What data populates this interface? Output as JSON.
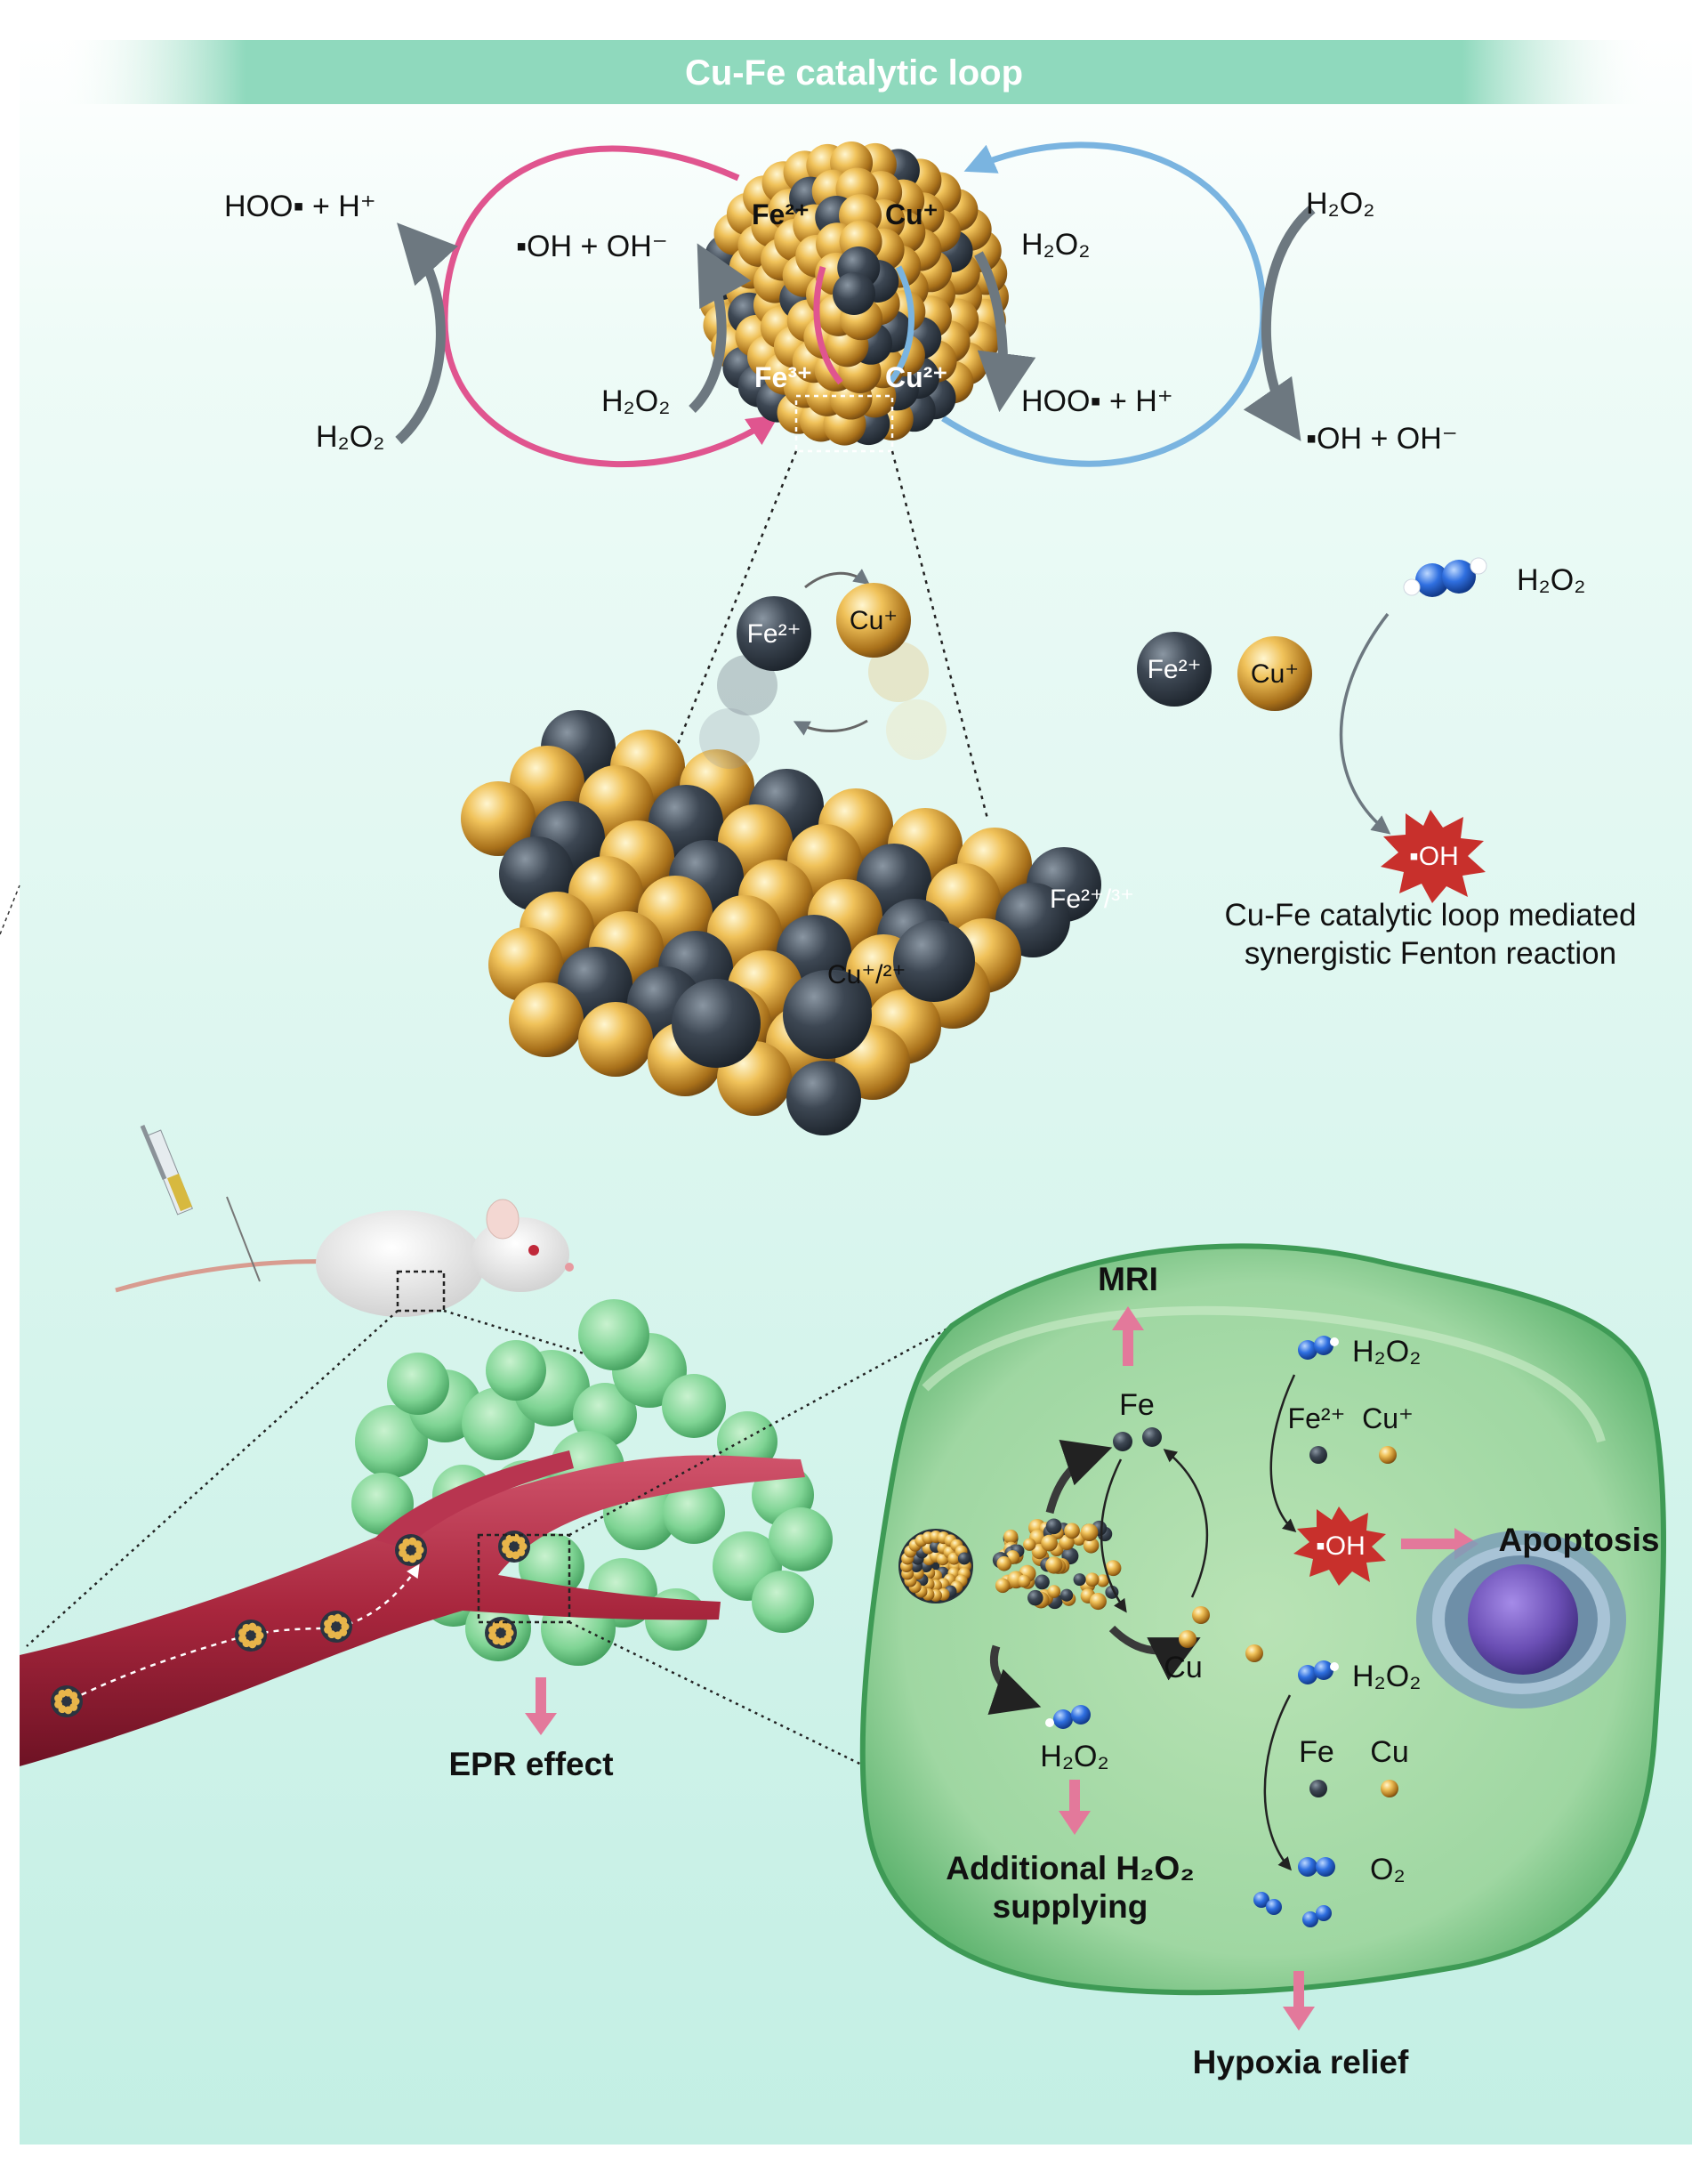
{
  "banner": {
    "title": "Cu-Fe catalytic loop"
  },
  "loop": {
    "left_top": "HOO▪ + H⁺",
    "left_bottom": "H₂O₂",
    "inner_left_top": "▪OH + OH⁻",
    "inner_left_bottom": "H₂O₂",
    "inner_right_top": "H₂O₂",
    "inner_right_bottom": "HOO▪ + H⁺",
    "right_top": "H₂O₂",
    "right_bottom": "▪OH + OH⁻",
    "ion_fe2": "Fe²⁺",
    "ion_cu1": "Cu⁺",
    "ion_fe3": "Fe³⁺",
    "ion_cu2": "Cu²⁺"
  },
  "zoom": {
    "fe2": "Fe²⁺",
    "cu1": "Cu⁺",
    "surface_fe": "Fe²⁺/³⁺",
    "surface_cu": "Cu⁺/²⁺"
  },
  "fenton": {
    "h2o2": "H₂O₂",
    "fe2": "Fe²⁺",
    "cu1": "Cu⁺",
    "oh": "▪OH",
    "caption_line1": "Cu-Fe catalytic loop mediated",
    "caption_line2": "synergistic Fenton reaction"
  },
  "bottom": {
    "epr": "EPR effect",
    "mri": "MRI",
    "fe": "Fe",
    "cu": "Cu",
    "h2o2_release": "H₂O₂",
    "additional_line1": "Additional H₂O₂",
    "additional_line2": "supplying",
    "cell_h2o2_top": "H₂O₂",
    "cell_fe2": "Fe²⁺",
    "cell_cu1": "Cu⁺",
    "cell_oh": "▪OH",
    "apoptosis": "Apoptosis",
    "cell_h2o2_bottom": "H₂O₂",
    "cell_fe": "Fe",
    "cell_cu": "Cu",
    "cell_o2": "O₂",
    "hypoxia": "Hypoxia relief"
  },
  "colors": {
    "banner": "#8fd9bd",
    "background_top": "#ffffff",
    "background_bottom": "#c7f0e6",
    "pink_loop": "#e0558f",
    "blue_loop": "#7ab4e0",
    "gold": "#d9a437",
    "dark_sphere": "#3b4550",
    "vessel": "#a8263d",
    "tumor_green": "#74d08d",
    "cell_green": "#9ed8a6",
    "arrow_pink": "#e3799b",
    "nucleus": "#6b4fb5",
    "oh_red": "#c8302c"
  }
}
